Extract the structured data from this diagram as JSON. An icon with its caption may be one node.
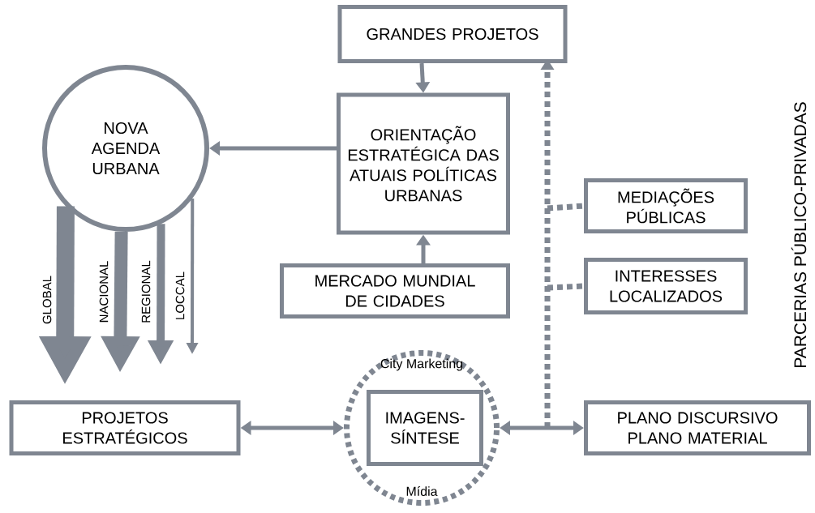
{
  "diagram": {
    "nodes": [
      {
        "text": [
          "GRANDES PROJETOS"
        ]
      },
      {
        "text": [
          "ORIENTAÇÃO ESTRATÉGICA DAS ATUAIS POLÍTICAS URBANAS"
        ]
      },
      {
        "text": [
          "NOVA AGENDA URBANA"
        ]
      },
      {
        "text": [
          "MERCADO MUNDIAL DE CIDADES"
        ]
      },
      {
        "text": [
          "MEDIAÇÕES PÚBLICAS"
        ]
      },
      {
        "text": [
          "INTERESSES LOCALIZADOS"
        ]
      },
      {
        "text": [
          "PROJETOS ESTRATÉGICOS"
        ]
      },
      {
        "text": [
          "City Marketing",
          "Mídia"
        ]
      },
      {
        "text": [
          "IMAGENS-SÍNTESE"
        ],
        "in": 7
      },
      {
        "text": [
          "PLANO DISCURSIVO PLANO MATERIAL"
        ]
      }
    ],
    "edges": [
      {
        "from": 0,
        "to": 1,
        "arrow": "to"
      },
      {
        "from": 3,
        "to": 1,
        "arrow": "to"
      },
      {
        "from": 1,
        "to": 2,
        "arrow": "to"
      },
      {
        "from": 2,
        "to": null,
        "arrow": "to",
        "label": "GLOBAL",
        "style": "thick"
      },
      {
        "from": 2,
        "to": null,
        "arrow": "to",
        "label": "NACIONAL",
        "style": "thick"
      },
      {
        "from": 2,
        "to": null,
        "arrow": "to",
        "label": "REGIONAL",
        "style": "thick"
      },
      {
        "from": 2,
        "to": null,
        "arrow": "to",
        "label": "LOCCAL"
      },
      {
        "from": 6,
        "to": 7,
        "arrow": "both"
      },
      {
        "from": 7,
        "to": 9,
        "arrow": "both"
      },
      {
        "from": null,
        "to": 0,
        "arrow": "to",
        "style": "dashed"
      },
      {
        "from": null,
        "to": 4,
        "arrow": "none",
        "style": "dashed"
      },
      {
        "from": null,
        "to": 5,
        "arrow": "none",
        "style": "dashed"
      }
    ],
    "labels": [
      "PARCERIAS PÚBLICO-PRIVADAS"
    ]
  }
}
